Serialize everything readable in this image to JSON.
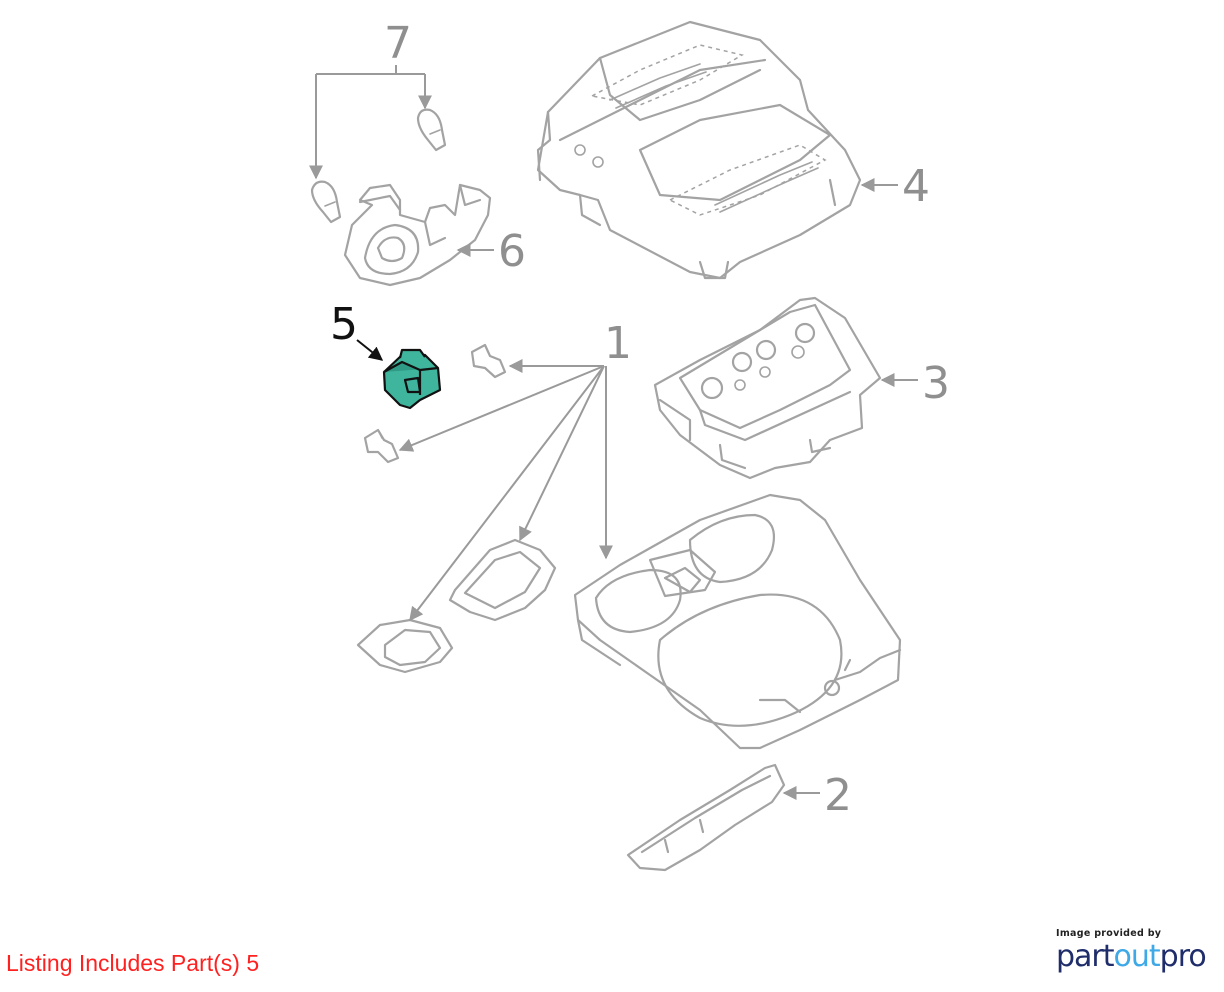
{
  "diagram": {
    "callouts": [
      {
        "id": "1",
        "label": "1"
      },
      {
        "id": "2",
        "label": "2"
      },
      {
        "id": "3",
        "label": "3"
      },
      {
        "id": "4",
        "label": "4"
      },
      {
        "id": "5",
        "label": "5",
        "highlighted": true
      },
      {
        "id": "6",
        "label": "6"
      },
      {
        "id": "7",
        "label": "7"
      }
    ],
    "highlight_color": "#3fb59e",
    "line_color": "#a3a3a3"
  },
  "footer": {
    "listing_text": "Listing Includes Part(s) 5",
    "listing_color": "#ff2020",
    "credit_label": "Image provided by",
    "brand_part": "part",
    "brand_out": "out",
    "brand_pro": "pro"
  }
}
